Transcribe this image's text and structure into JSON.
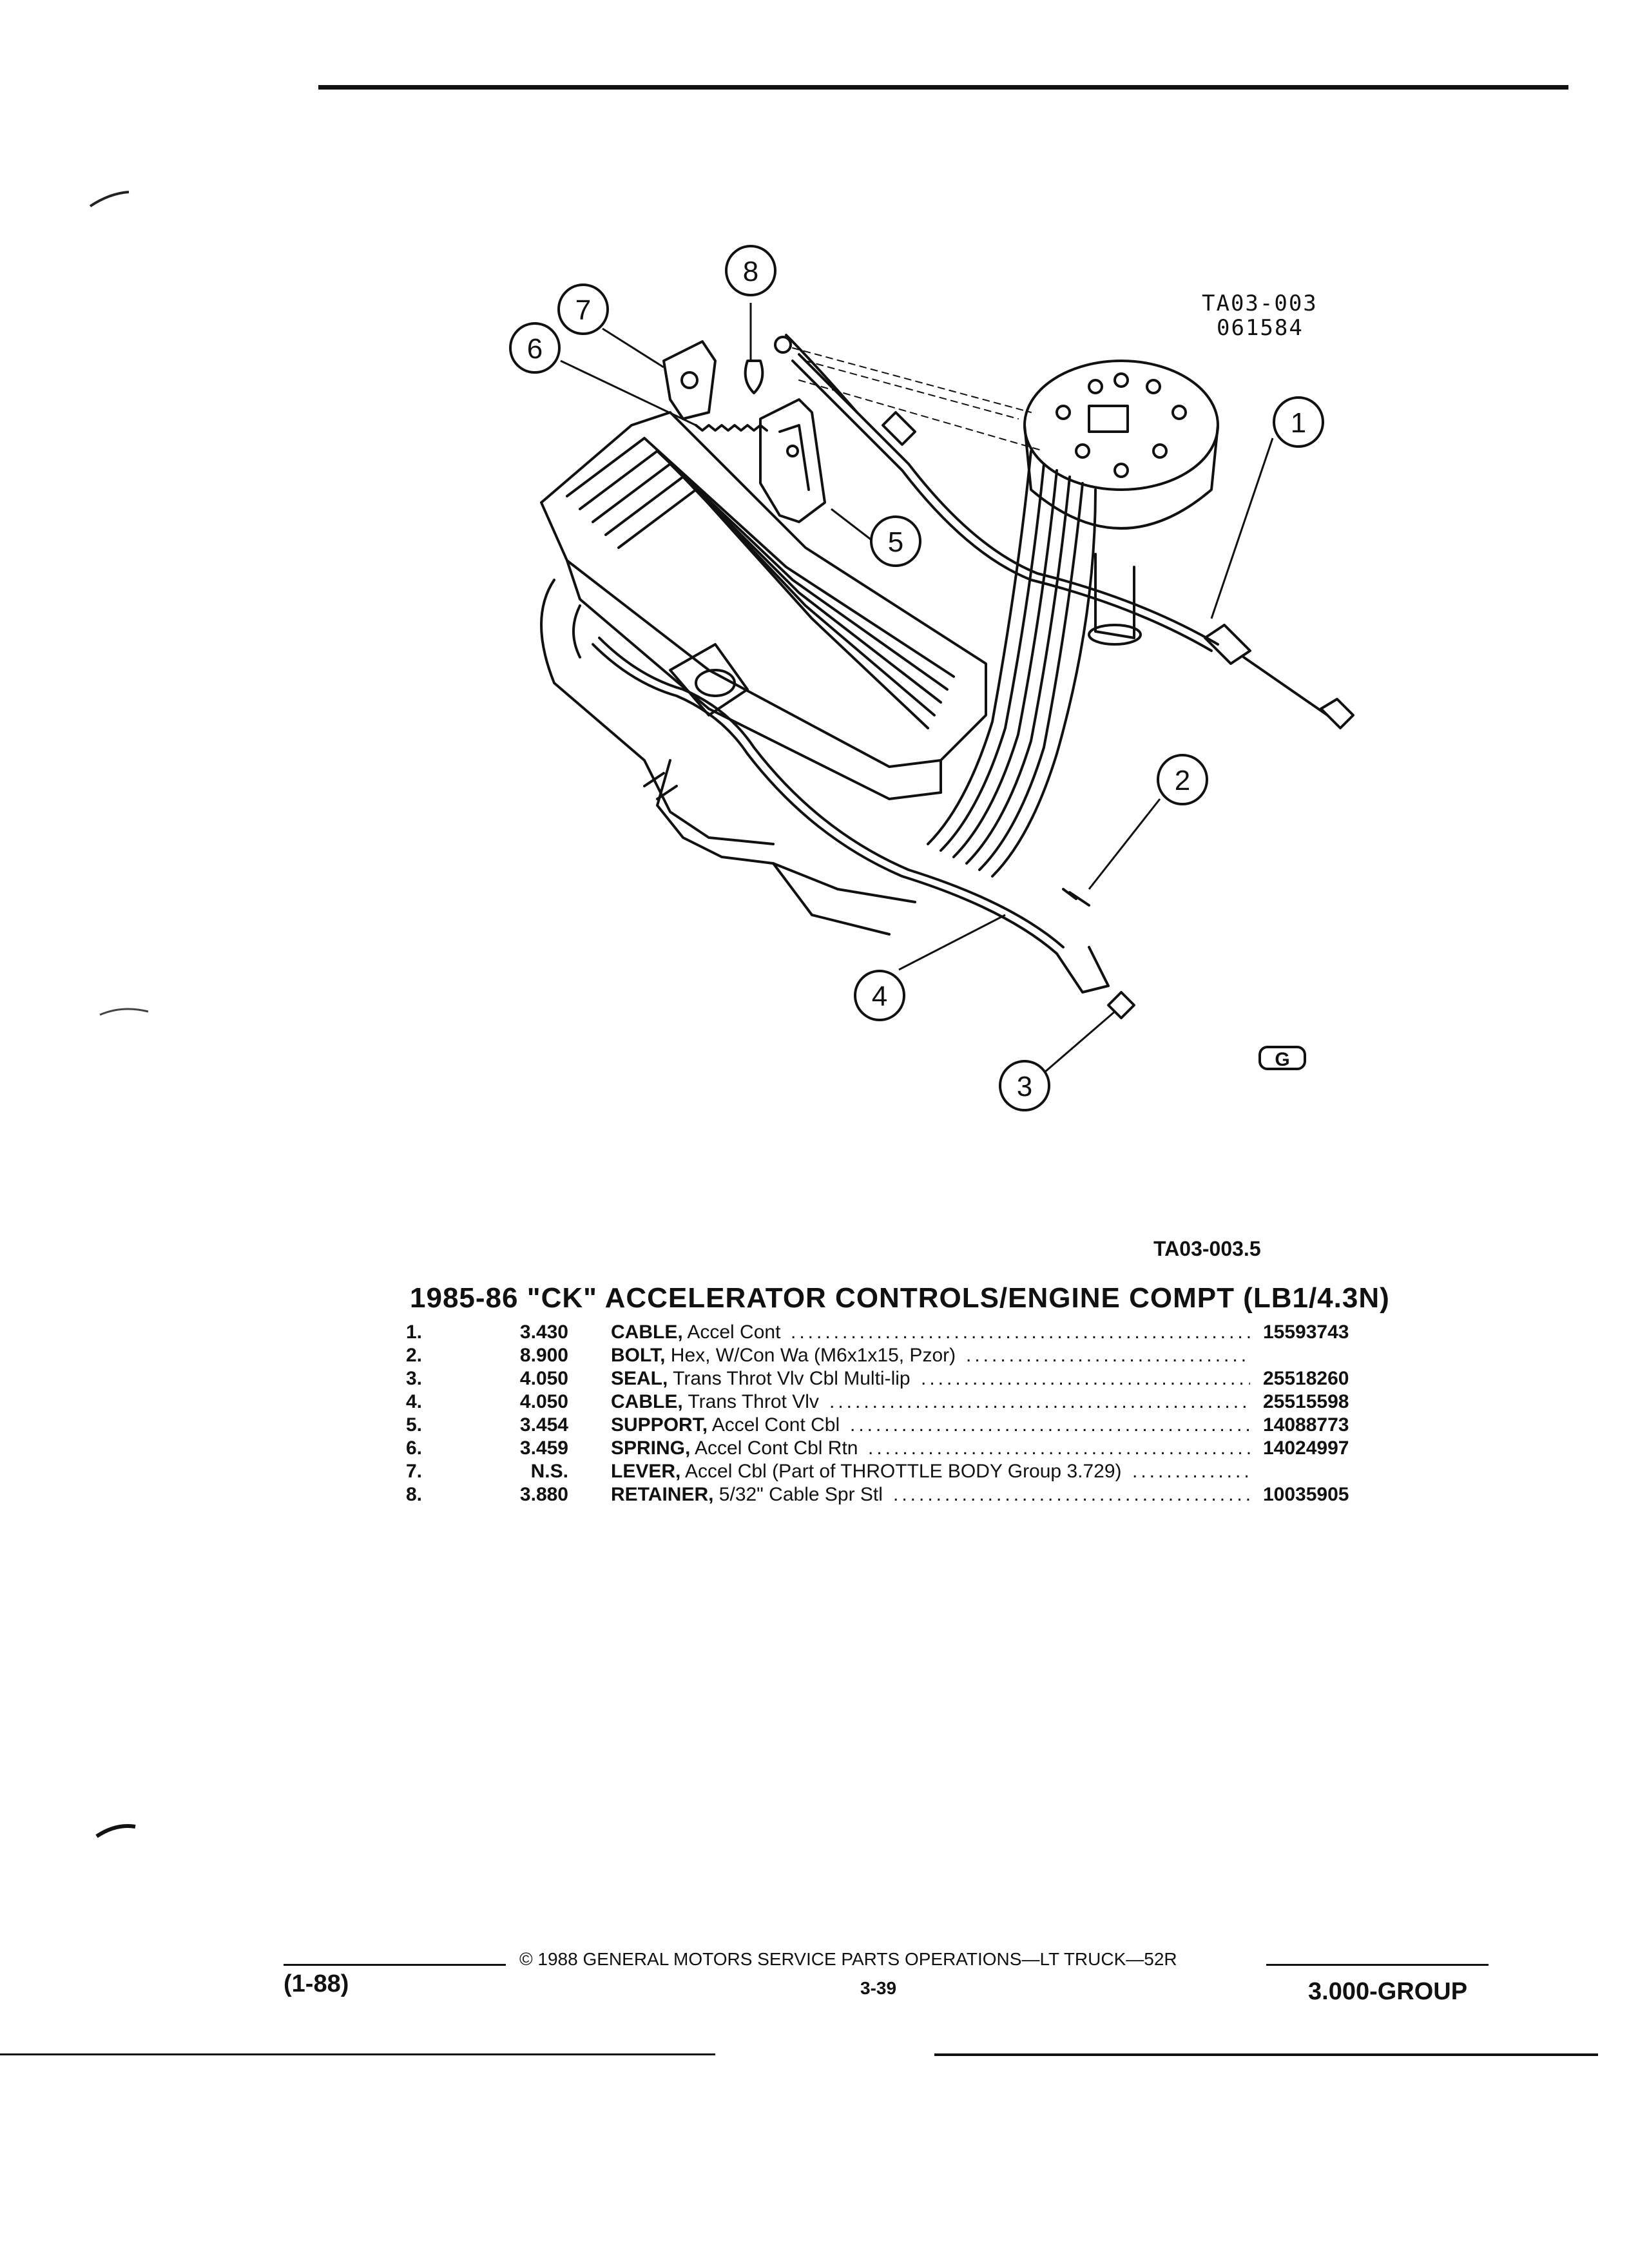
{
  "diagram": {
    "code": "TA03-003",
    "date_code": "061584",
    "callouts": [
      "1",
      "2",
      "3",
      "4",
      "5",
      "6",
      "7",
      "8"
    ],
    "logo_text": "G"
  },
  "figure_ref": "TA03-003.5",
  "title": "1985-86 \"CK\" ACCELERATOR CONTROLS/ENGINE COMPT (LB1/4.3N)",
  "parts": [
    {
      "num": "1.",
      "group": "3.430",
      "name": "CABLE,",
      "desc": "Accel Cont",
      "part": "15593743"
    },
    {
      "num": "2.",
      "group": "8.900",
      "name": "BOLT,",
      "desc": "Hex, W/Con Wa (M6x1x15, Pzor)",
      "part": ""
    },
    {
      "num": "3.",
      "group": "4.050",
      "name": "SEAL,",
      "desc": "Trans Throt Vlv Cbl Multi-lip",
      "part": "25518260"
    },
    {
      "num": "4.",
      "group": "4.050",
      "name": "CABLE,",
      "desc": "Trans Throt Vlv",
      "part": "25515598"
    },
    {
      "num": "5.",
      "group": "3.454",
      "name": "SUPPORT,",
      "desc": "Accel Cont Cbl",
      "part": "14088773"
    },
    {
      "num": "6.",
      "group": "3.459",
      "name": "SPRING,",
      "desc": "Accel Cont Cbl Rtn",
      "part": "14024997"
    },
    {
      "num": "7.",
      "group": "N.S.",
      "name": "LEVER,",
      "desc": "Accel Cbl (Part of THROTTLE BODY Group 3.729)",
      "part": ""
    },
    {
      "num": "8.",
      "group": "3.880",
      "name": "RETAINER,",
      "desc": "5/32\" Cable Spr Stl",
      "part": "10035905"
    }
  ],
  "footer": {
    "revision": "(1-88)",
    "copyright": "© 1988 GENERAL MOTORS SERVICE PARTS OPERATIONS—LT TRUCK—52R",
    "page": "3-39",
    "group": "3.000-GROUP"
  }
}
